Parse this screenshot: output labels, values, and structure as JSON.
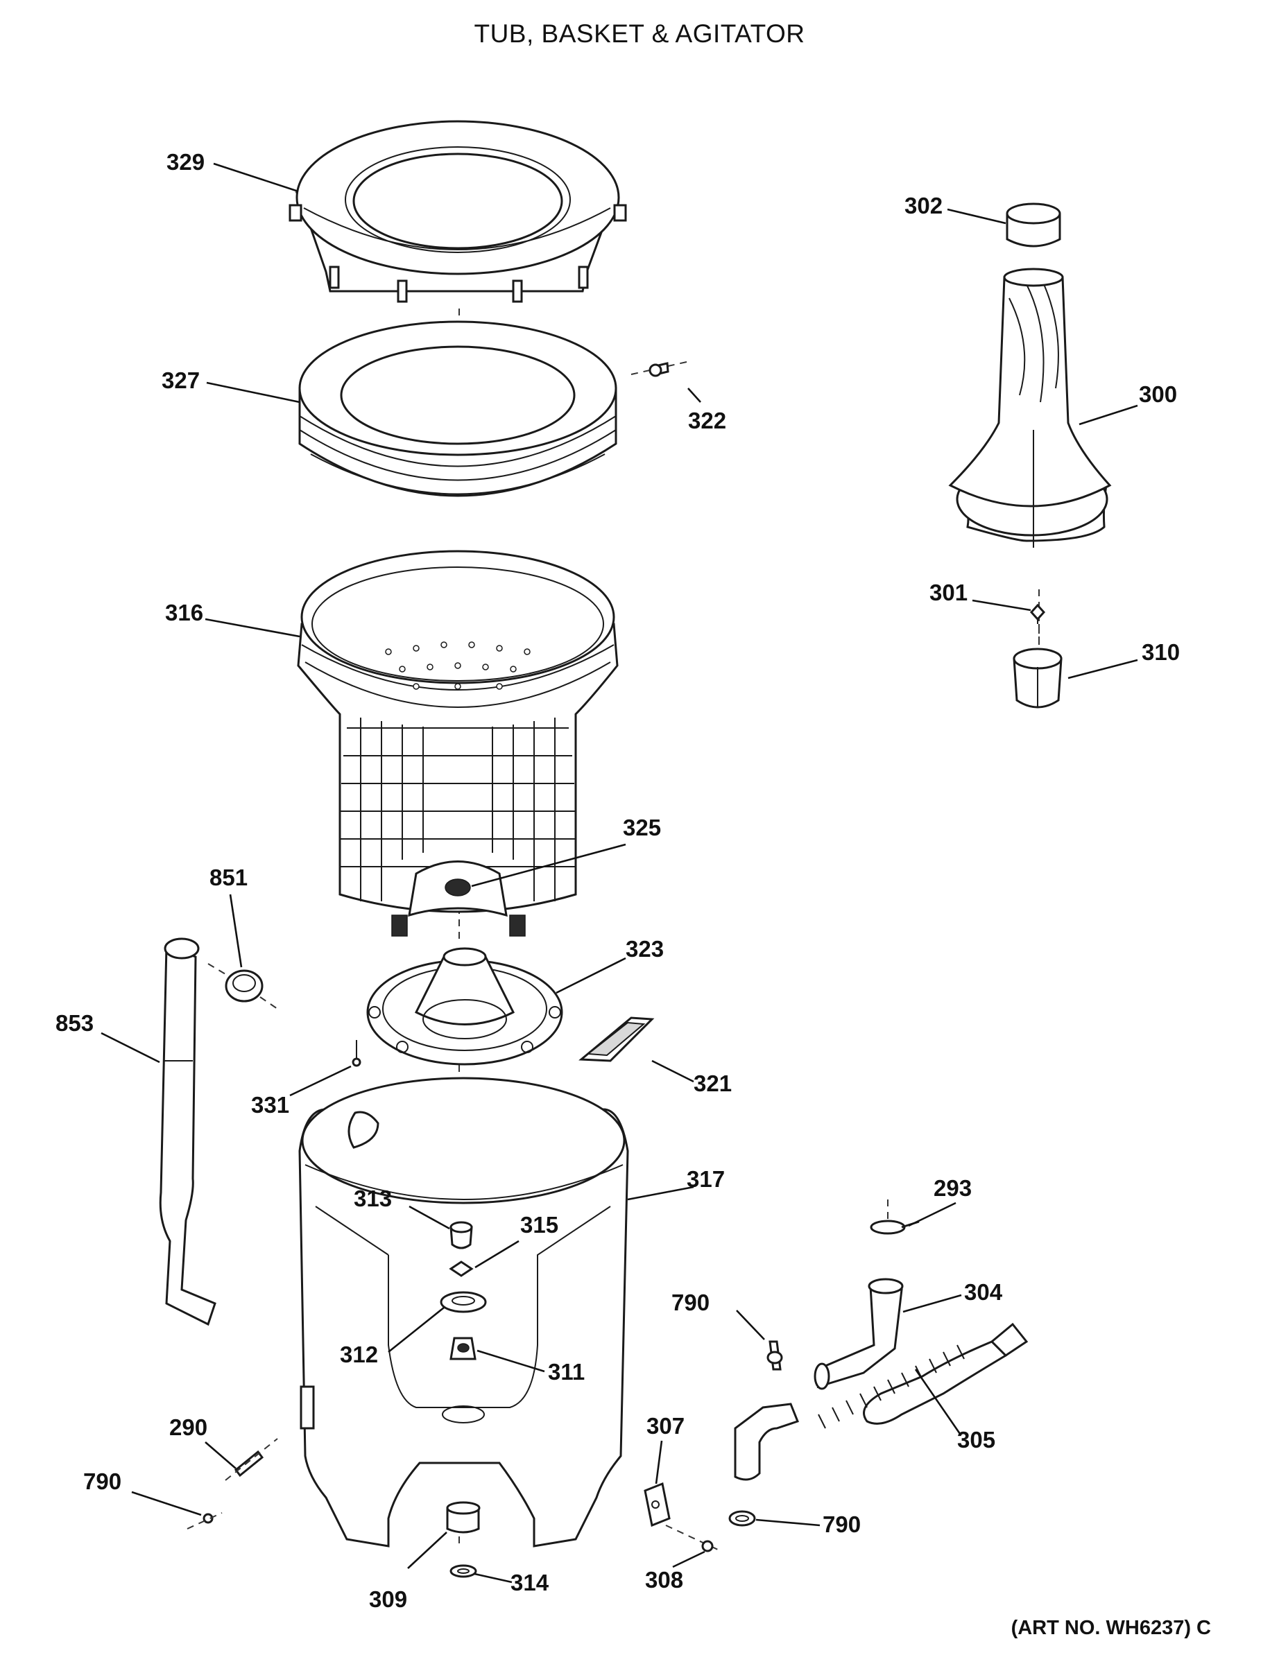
{
  "title": "TUB, BASKET & AGITATOR",
  "art_number": "(ART NO. WH6237) C",
  "callouts": {
    "p329": "329",
    "p327": "327",
    "p322": "322",
    "p302": "302",
    "p300": "300",
    "p301": "301",
    "p310": "310",
    "p316": "316",
    "p325": "325",
    "p851": "851",
    "p323": "323",
    "p853": "853",
    "p321": "321",
    "p331": "331",
    "p317": "317",
    "p293": "293",
    "p313": "313",
    "p315": "315",
    "p304": "304",
    "p790a": "790",
    "p312": "312",
    "p311": "311",
    "p307": "307",
    "p305": "305",
    "p290": "290",
    "p790b": "790",
    "p790c": "790",
    "p309": "309",
    "p314": "314",
    "p308": "308"
  }
}
